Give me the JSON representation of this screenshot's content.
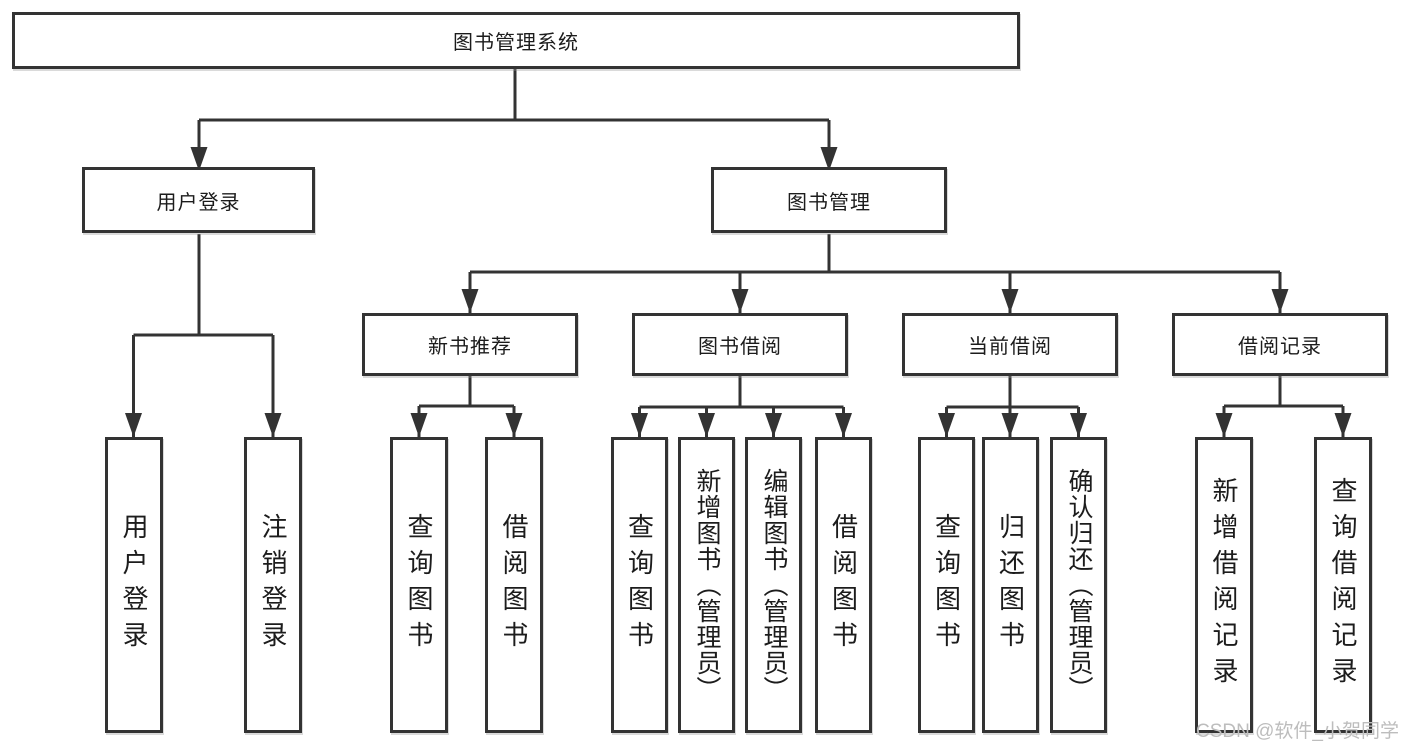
{
  "tree": {
    "label": "图书管理系统",
    "children": [
      {
        "label": "用户登录",
        "children": [
          {
            "label": "用户登录"
          },
          {
            "label": "注销登录"
          }
        ]
      },
      {
        "label": "图书管理",
        "children": [
          {
            "label": "新书推荐",
            "children": [
              {
                "label": "查询图书"
              },
              {
                "label": "借阅图书"
              }
            ]
          },
          {
            "label": "图书借阅",
            "children": [
              {
                "label": "查询图书"
              },
              {
                "label": "新增图书（管理员）"
              },
              {
                "label": "编辑图书（管理员）"
              },
              {
                "label": "借阅图书"
              }
            ]
          },
          {
            "label": "当前借阅",
            "children": [
              {
                "label": "查询图书"
              },
              {
                "label": "归还图书"
              },
              {
                "label": "确认归还（管理员）"
              }
            ]
          },
          {
            "label": "借阅记录",
            "children": [
              {
                "label": "新增借阅记录"
              },
              {
                "label": "查询借阅记录"
              }
            ]
          }
        ]
      }
    ]
  },
  "watermark": {
    "text": "CSDN @软件_小贺同学"
  },
  "colors": {
    "line": "#333333",
    "box_border": "#333333",
    "text": "#1c1c1c",
    "watermark": "#bdbdbd",
    "background": "#ffffff"
  }
}
